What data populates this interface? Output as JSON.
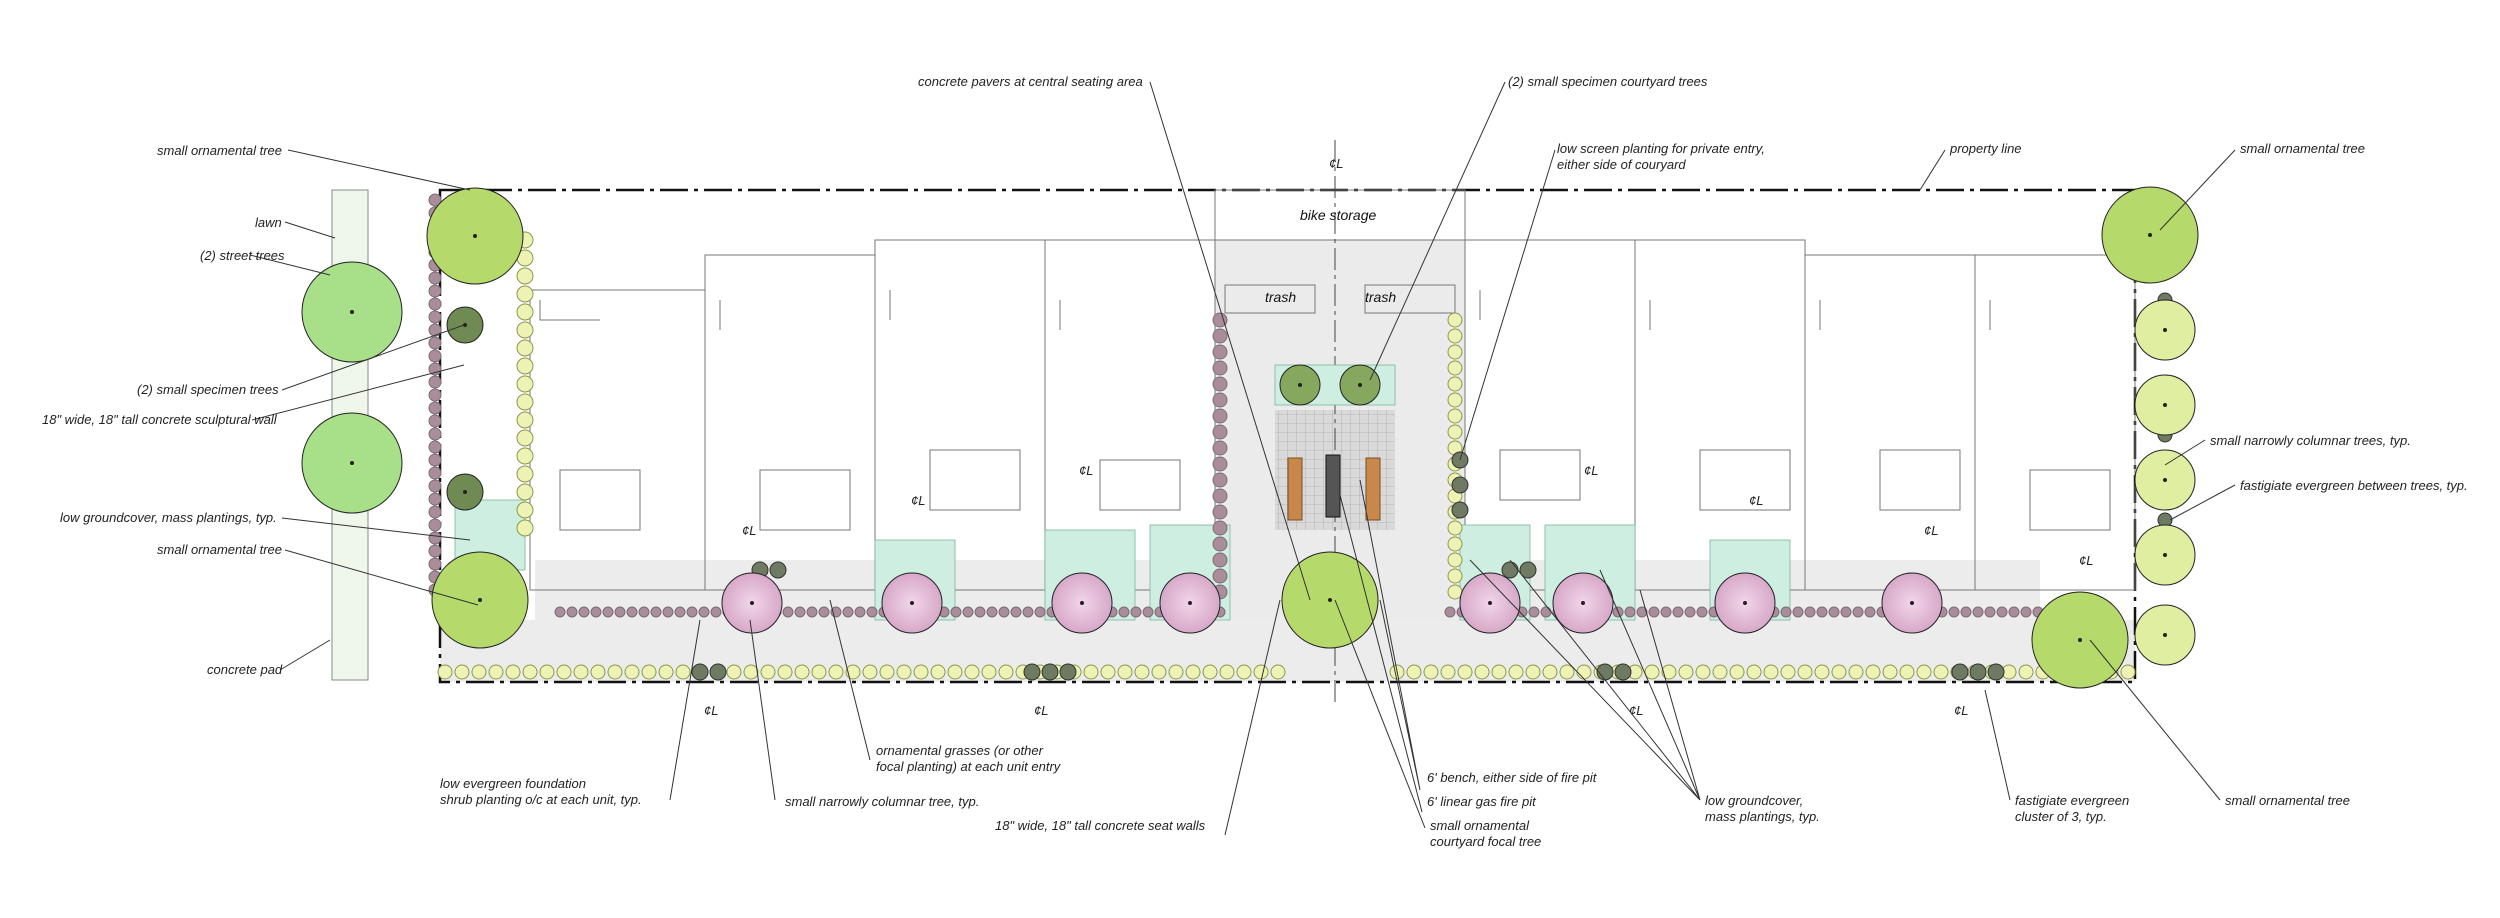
{
  "labels": {
    "small_ornamental_tree_tl": "small ornamental tree",
    "lawn": "lawn",
    "street_trees": "(2) street trees",
    "small_specimen_trees": "(2) small specimen trees",
    "sculptural_wall": "18\" wide, 18\" tall concrete sculptural wall",
    "low_groundcover_left": "low groundcover, mass plantings, typ.",
    "small_ornamental_tree_left": "small ornamental tree",
    "concrete_pad": "concrete pad",
    "concrete_pavers": "concrete pavers at central seating area",
    "specimen_courtyard_trees": "(2) small specimen courtyard trees",
    "low_screen_1": "low screen planting for private entry,",
    "low_screen_2": "either side of couryard",
    "property_line": "property line",
    "small_ornamental_tree_tr": "small ornamental tree",
    "columnar_trees_typ": "small narrowly columnar trees, typ.",
    "fastigiate_between": "fastigiate evergreen between trees, typ.",
    "small_ornamental_tree_br": "small ornamental tree",
    "fastigiate_cluster_1": "fastigiate evergreen",
    "fastigiate_cluster_2": "cluster of 3, typ.",
    "low_groundcover_r1": "low groundcover,",
    "low_groundcover_r2": "mass plantings, typ.",
    "bench": "6' bench, either side of fire pit",
    "fire_pit": "6' linear gas fire pit",
    "focal_tree_1": "small ornamental",
    "focal_tree_2": "courtyard focal tree",
    "seat_walls": "18\" wide, 18\" tall concrete seat walls",
    "grasses_1": "ornamental grasses (or other",
    "grasses_2": "focal planting) at each unit entry",
    "columnar_tree": "small narrowly columnar tree, typ.",
    "foundation_1": "low evergreen foundation",
    "foundation_2": "shrub planting o/c at each unit, typ.",
    "bike_storage": "bike storage",
    "trash_left": "trash",
    "trash_right": "trash",
    "centerline": "¢L"
  },
  "colors": {
    "ornamental_tree": "#b5d96a",
    "street_tree": "#a8e08a",
    "columnar_tree": "#e3c9de",
    "low_groundcover": "#cdeee0",
    "shrub_dark": "#6f7a62",
    "shrub_light": "#eef2b4",
    "foundation_shrub": "#a98d9a",
    "pavement": "#e9e9e9",
    "bench": "#c8884c"
  }
}
